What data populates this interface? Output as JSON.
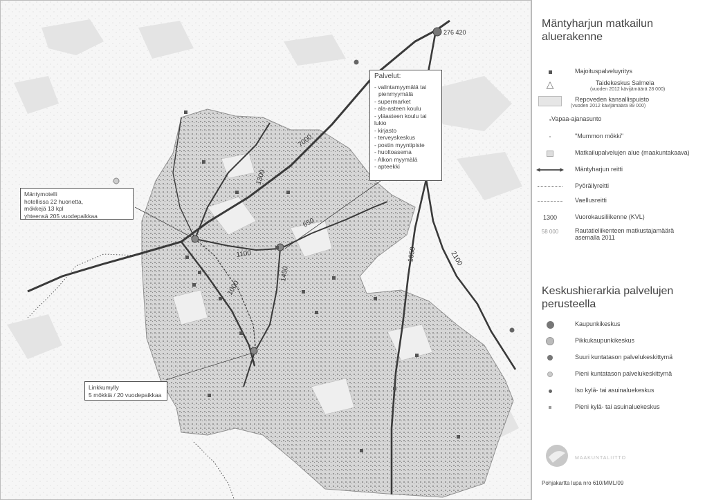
{
  "map": {
    "route_numbers": {
      "r7000": "7000",
      "r1300": "1300",
      "r650": "650",
      "r1100": "1100",
      "r1000": "1000",
      "r1450": "1450",
      "r1650": "1650",
      "r2100": "2100"
    },
    "station_passengers": "276 420",
    "palvelut": {
      "title": "Palvelut:",
      "items": [
        "- valintamyymälä tai",
        "  pienmyymälä",
        "- supermarket",
        "- ala-asteen koulu",
        "- yläasteen koulu tai lukio",
        "- kirjasto",
        "- terveyskeskus",
        "- postin myyntipiste",
        "- huoltoasema",
        "- Alkon myymälä",
        "- apteekki"
      ]
    },
    "mantymotelli": [
      "Mäntymotelli",
      "hotellissa 22 huonetta,",
      "mökkejä 13 kpl",
      "yhteensä 205 vuodepaikkaa"
    ],
    "linkkumylly": [
      "Linkkumylly",
      "5 mökkiä / 20 vuodepaikkaa"
    ]
  },
  "legend": {
    "title_1": "Mäntyharjun matkailun",
    "title_2": "aluerakenne",
    "items": {
      "majoitus": "Majoituspalveluyritys",
      "salmela": "Taidekeskus Salmela",
      "salmela_sub": "(vuoden 2012 kävijämäärä 28 000)",
      "repovesi": "Repoveden kansallispuisto",
      "repovesi_sub": "(vuoden 2012 kävijämäärä 89 000)",
      "vapaa": "Vapaa-ajanasunto",
      "mummon": "\"Mummon mökki\"",
      "matkailualue": "Matkailupalvelujen alue (maakuntakaava)",
      "reitti": "Mäntyharjun reitti",
      "pyoraily": "Pyöräilyreitti",
      "vaellus": "Vaellusreitti",
      "kvl_num": "1300",
      "kvl": "Vuorokausiliikenne (KVL)",
      "rautatie_num": "58 000",
      "rautatie_1": "Rautatieliikenteen matkustajamäärä",
      "rautatie_2": "asemalla 2011"
    },
    "title2_1": "Keskushierarkia palvelujen",
    "title2_2": "perusteella",
    "hier": {
      "kaupunki": "Kaupunkikeskus",
      "pikku": "Pikkukaupunkikeskus",
      "suuri": "Suuri kuntatason palvelukeskittymä",
      "pieni": "Pieni kuntatason palvelukeskittymä",
      "iso_kyla": "Iso kylä- tai asuinaluekeskus",
      "pieni_kyla": "Pieni kylä- tai asuinaluekeskus"
    },
    "logo_text": "MAAKUNTALIITTO",
    "footer": "Pohjakartta lupa nro 610/MML/09"
  }
}
